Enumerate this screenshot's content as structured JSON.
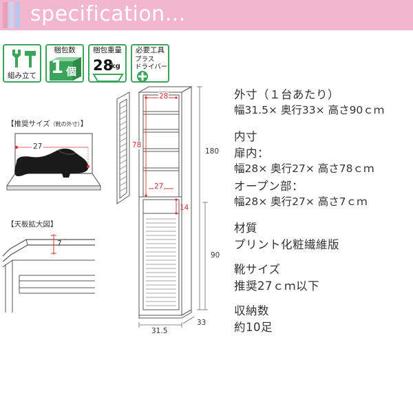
{
  "header": {
    "title": "specification...",
    "accent_color": "#f2b6cf",
    "bar_colors": [
      "#e6a0be",
      "#c9d3ef",
      "#b9c5ea"
    ]
  },
  "badges": {
    "assembly": {
      "label": "組み立て",
      "icon": "tools-icon"
    },
    "packages": {
      "label": "梱包数",
      "value": "1",
      "unit": "個"
    },
    "weight": {
      "label": "梱包重量",
      "value": "28",
      "unit": "kg"
    },
    "tools": {
      "label": "必要工具",
      "line1": "プラス",
      "line2": "ドライバー",
      "icon": "screwdriver-icon"
    }
  },
  "shoe_figure": {
    "title": "【推奨サイズ",
    "title_small": "（靴の外寸）",
    "title_end": "】",
    "length": "27"
  },
  "top_panel_figure": {
    "title": "【天板拡大図】",
    "height": "7"
  },
  "cabinet_dims": {
    "inner_width": "28",
    "door_height": "78",
    "open_depth": "27",
    "open_height": "14",
    "total_height": "180",
    "lower_height": "90",
    "width": "31.5",
    "depth": "33"
  },
  "spec": {
    "outer_label": "外寸（１台あたり）",
    "outer_value": "幅31.5× 奥行33× 高さ90ｃｍ",
    "inner_label": "内寸",
    "door_label": "扉内：",
    "door_value": "幅28× 奥行27× 高さ78ｃｍ",
    "open_label": "オープン部：",
    "open_value": "幅28× 奥行27× 高さ7ｃｍ",
    "material_label": "材質",
    "material_value": "プリント化粧繊維版",
    "shoe_label": "靴サイズ",
    "shoe_value": "推奨27ｃｍ以下",
    "capacity_label": "収納数",
    "capacity_value": "約10足"
  }
}
